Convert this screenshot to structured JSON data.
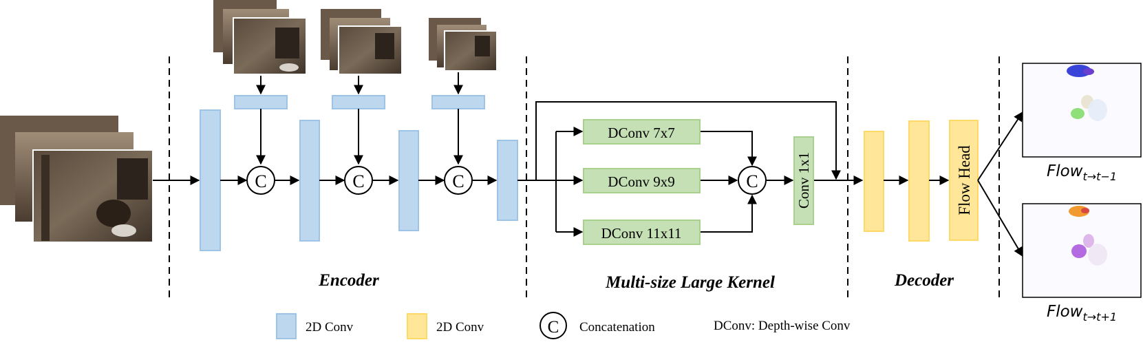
{
  "sections": {
    "encoder": "Encoder",
    "mlk": "Multi-size Large Kernel",
    "decoder": "Decoder"
  },
  "concat_symbol": "C",
  "mlk_blocks": {
    "dconv_7": "DConv 7x7",
    "dconv_9": "DConv 9x9",
    "dconv_11": "DConv 11x11",
    "conv_1x1": "Conv 1x1"
  },
  "flow_head_label": "Flow Head",
  "outputs": {
    "flow_prev_base": "Flow",
    "flow_prev_sub": "t→t−1",
    "flow_next_base": "Flow",
    "flow_next_sub": "t→t+1"
  },
  "legend": {
    "blue_conv": "2D Conv",
    "yellow_conv": "2D Conv",
    "concat_label": "Concatenation",
    "dconv_note": "DConv: Depth-wise Conv"
  },
  "colors": {
    "blue_fill": "#bdd7ee",
    "blue_stroke": "#9dc3e6",
    "yellow_fill": "#ffe699",
    "yellow_stroke": "#ffd966",
    "green_fill": "#c5e0b4",
    "green_stroke": "#a9d18e",
    "line": "#000000"
  }
}
